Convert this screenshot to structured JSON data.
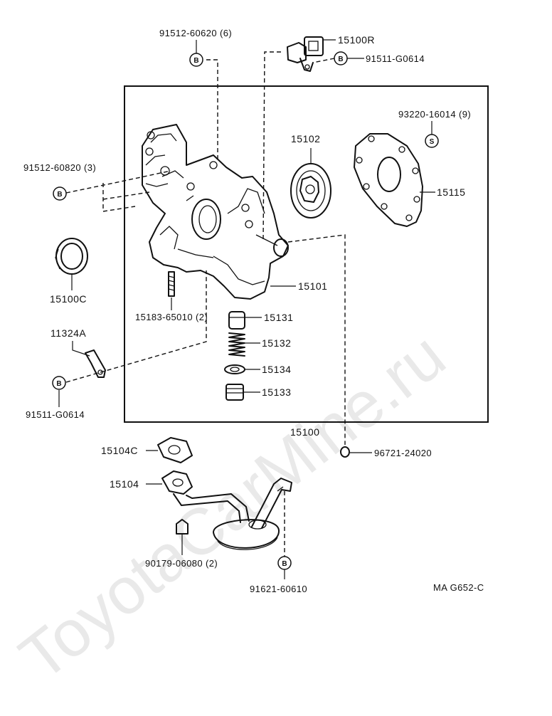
{
  "diagram": {
    "watermark": "ToyotaCarMine.ru",
    "code": "MA  G652-C",
    "marks": {
      "bolt": "B",
      "stud": "S"
    },
    "labels": {
      "p91512_60620": "91512-60620 (6)",
      "p15100R": "15100R",
      "p91511_G0614_top": "91511-G0614",
      "p93220_16014": "93220-16014 (9)",
      "p15102": "15102",
      "p91512_60820": "91512-60820 (3)",
      "p15115": "15115",
      "p15100C": "15100C",
      "p15101": "15101",
      "p15183_65010": "15183-65010 (2)",
      "p15131": "15131",
      "p15132": "15132",
      "p11324A": "11324A",
      "p15134": "15134",
      "p15133": "15133",
      "p91511_G0614_bot": "91511-G0614",
      "p15100": "15100",
      "p15104C": "15104C",
      "p96721_24020": "96721-24020",
      "p15104": "15104",
      "p90179_06080": "90179-06080 (2)",
      "p91621_60610": "91621-60610"
    }
  }
}
